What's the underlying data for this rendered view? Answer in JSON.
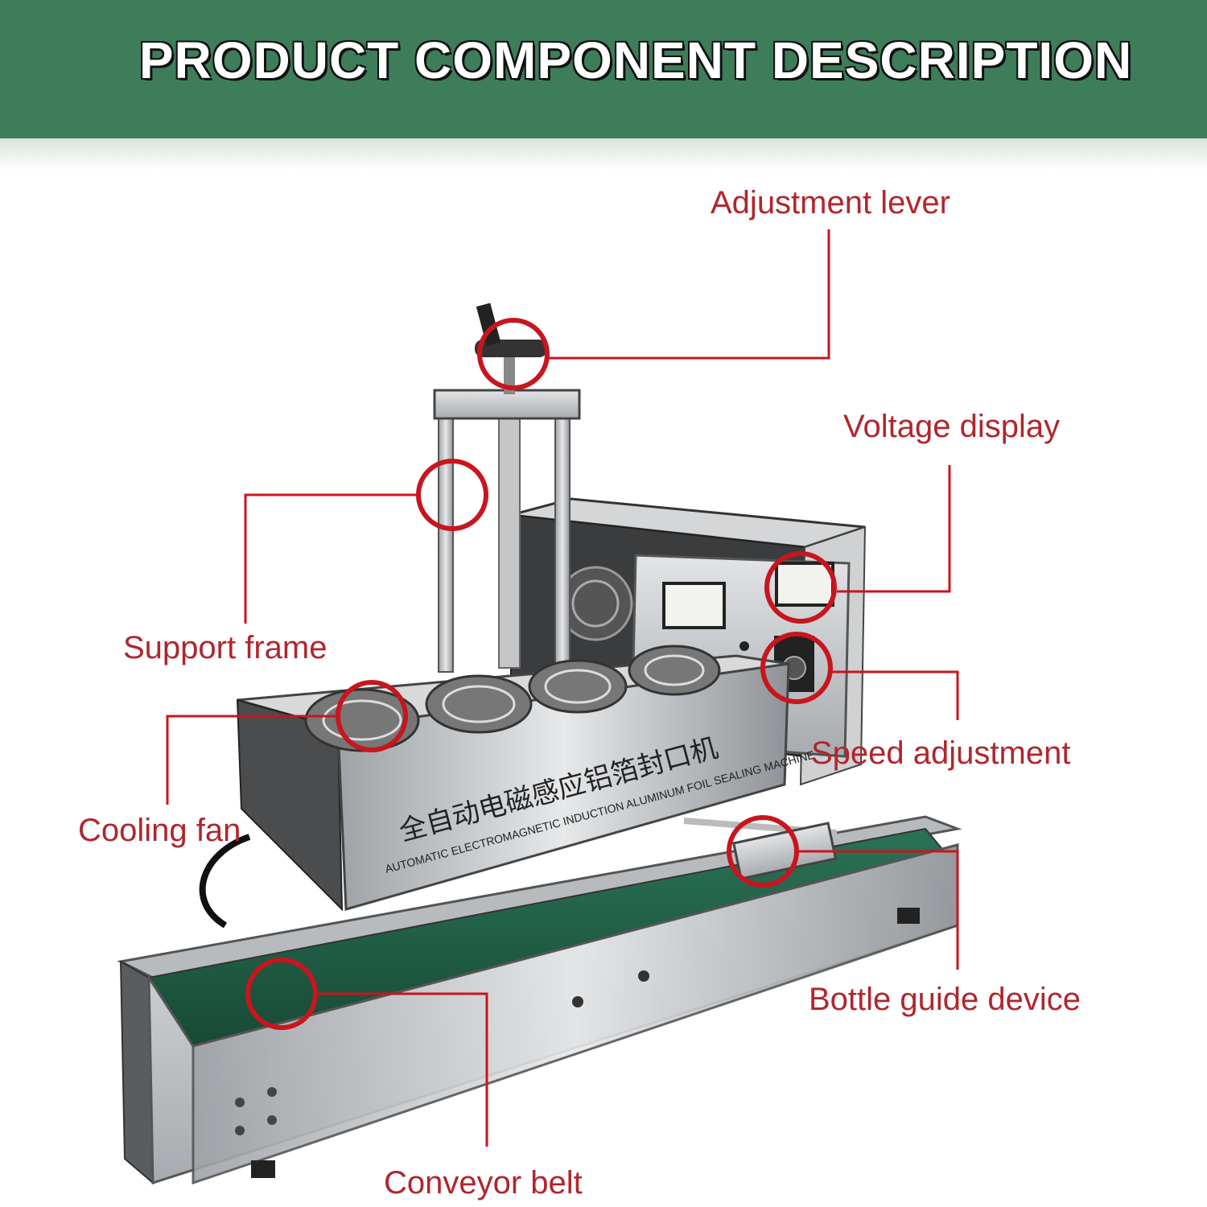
{
  "banner": {
    "title": "PRODUCT COMPONENT DESCRIPTION",
    "color": "#3e7d5a"
  },
  "machine": {
    "chinese_label": "全自动电磁感应铝箔封口机",
    "english_label": "AUTOMATIC ELECTROMAGNETIC INDUCTION ALUMINUM FOIL SEALING MACHINE"
  },
  "callouts": {
    "adjustment_lever": "Adjustment lever",
    "voltage_display": "Voltage display",
    "support_frame": "Support frame",
    "cooling_fan": "Cooling fan",
    "speed_adjustment": "Speed adjustment",
    "bottle_guide_device": "Bottle guide device",
    "conveyor_belt": "Conveyor belt"
  },
  "colors": {
    "callout_red": "#c8151e",
    "label_text": "#b0262c",
    "belt_green": "#1f5e45",
    "steel": "#c9cbcd"
  }
}
